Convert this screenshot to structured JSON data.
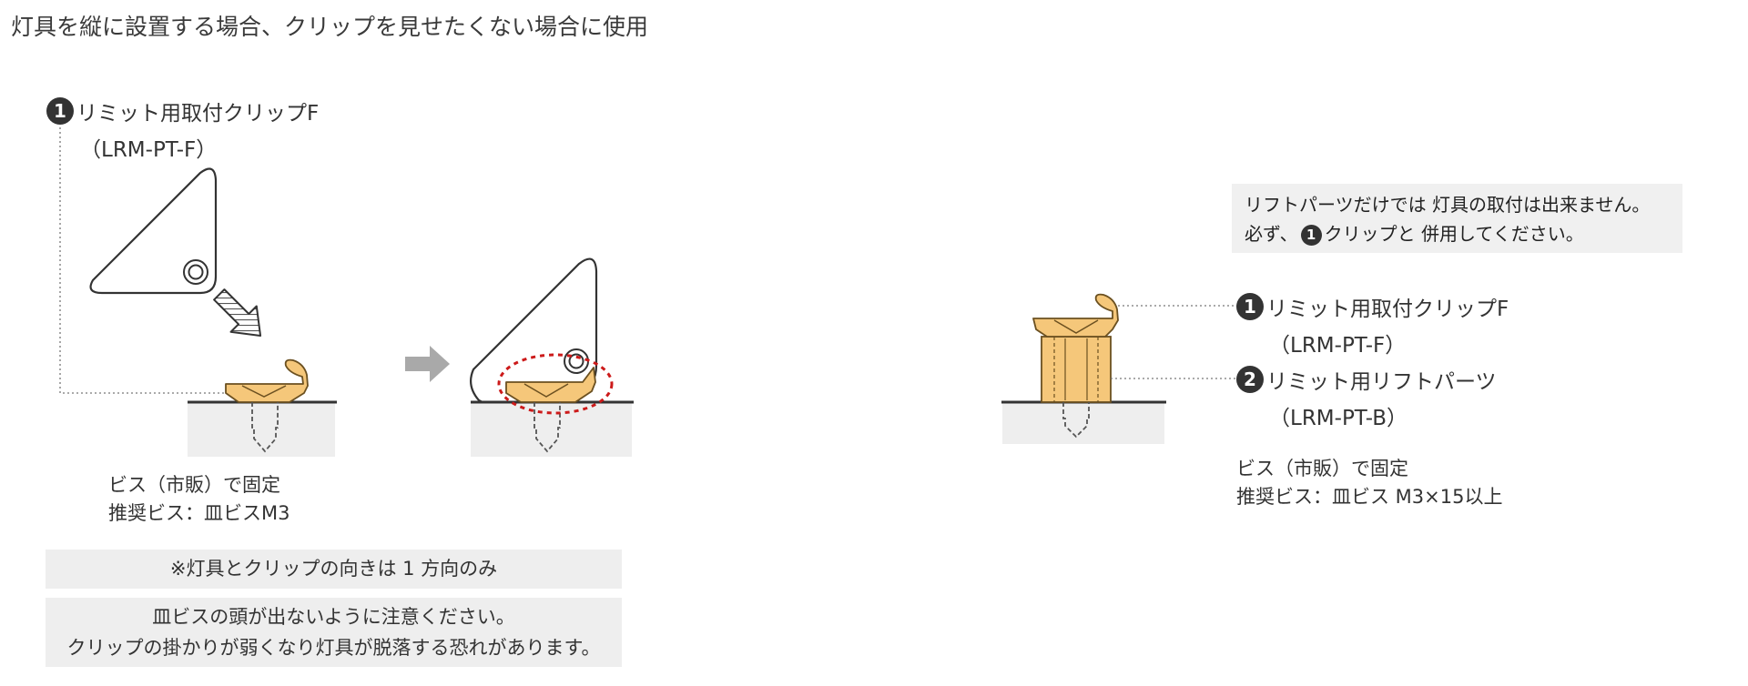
{
  "heading": "灯具を縦に設置する場合、クリップを見せたくない場合に使用",
  "left": {
    "part_number": "1",
    "part_name": "リミット用取付クリップF",
    "part_code": "（LRM-PT-F）",
    "screw_line1": "ビス（市販）で固定",
    "screw_line2": "推奨ビス：皿ビスM3"
  },
  "notes": {
    "direction": "※灯具とクリップの向きは 1 方向のみ",
    "caution_line1": "皿ビスの頭が出ないように注意ください。",
    "caution_line2": "クリップの掛かりが弱くなり灯具が脱落する恐れがあります。"
  },
  "right": {
    "note_line1": "リフトパーツだけでは 灯具の取付は出来ません。",
    "note_line2_pre": "必ず、",
    "note_line2_num": "1",
    "note_line2_post": "クリップと 併用してください。",
    "part1_number": "1",
    "part1_name": "リミット用取付クリップF",
    "part1_code": "（LRM-PT-F）",
    "part2_number": "2",
    "part2_name": "リミット用リフトパーツ",
    "part2_code": "（LRM-PT-B）",
    "screw_line1": "ビス（市販）で固定",
    "screw_line2": "推奨ビス：皿ビス M3×15以上"
  },
  "colors": {
    "clip_fill": "#f5c77a",
    "clip_stroke": "#6b5020",
    "base_fill": "#eeeeee",
    "dashed_ellipse": "#cc1a1a",
    "arrow_gray": "#a9a9a9",
    "text": "#333333"
  },
  "icons": [
    "striped-diagonal-arrow-icon",
    "gray-right-arrow-icon"
  ]
}
